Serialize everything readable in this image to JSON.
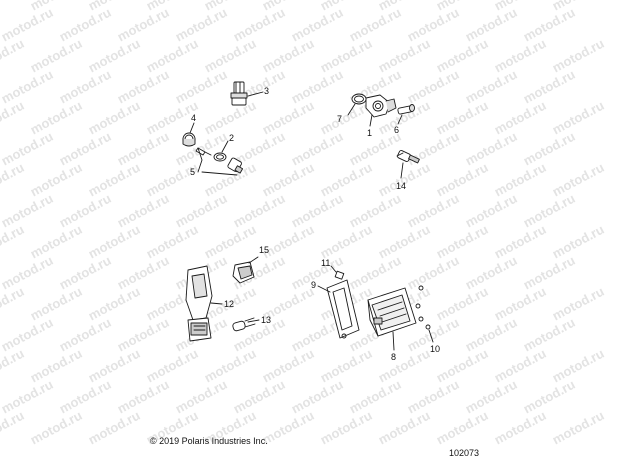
{
  "watermark": "motod.ru",
  "copyright": "© 2019 Polaris Industries Inc.",
  "drawing_number": "102073",
  "callouts": {
    "c1": "1",
    "c2": "2",
    "c3": "3",
    "c4": "4",
    "c5": "5",
    "c6": "6",
    "c7": "7",
    "c8": "8",
    "c9": "9",
    "c10": "10",
    "c11": "11",
    "c12": "12",
    "c13": "13",
    "c14": "14",
    "c15": "15"
  }
}
